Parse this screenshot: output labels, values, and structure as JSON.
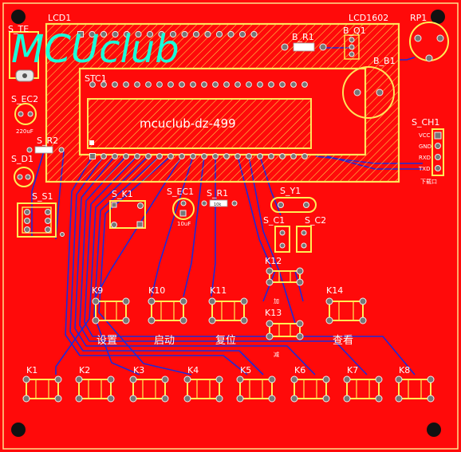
{
  "brand_text": "MCUclub",
  "lcd_label": "mcuclub-dz-499",
  "designators": {
    "lcd1": "LCD1",
    "lcd1602": "LCD1602",
    "rp1": "RP1",
    "s_te": "S_TE",
    "b_r1": "B_R1",
    "b_q1": "B_Q1",
    "b_b1": "B_B1",
    "stc1": "STC1",
    "s_ec2": "S_EC2",
    "s_ec2_val": "220uF",
    "s_r2": "S_R2",
    "s_d1": "S_D1",
    "s_ch1": "S_CH1",
    "s_s1": "S_S1",
    "s_k1": "S_K1",
    "s_ec1": "S_EC1",
    "s_ec1_val": "10uF",
    "s_r1": "S_R1",
    "s_r1_val": "10k",
    "s_y1": "S_Y1",
    "s_c1": "S_C1",
    "s_c2": "S_C2",
    "k12": "K12",
    "k13": "K13",
    "k9": "K9",
    "k10": "K10",
    "k11": "K11",
    "k14": "K14"
  },
  "serial_pins": [
    "VCC",
    "GND",
    "RXD",
    "TXD"
  ],
  "serial_caption": "下载口",
  "function_labels": [
    "设置",
    "启动",
    "复位",
    "查看"
  ],
  "small_captions": {
    "k12": "加",
    "k13": "减"
  },
  "bottom_keys": [
    "K1",
    "K2",
    "K3",
    "K4",
    "K5",
    "K6",
    "K7",
    "K8"
  ]
}
